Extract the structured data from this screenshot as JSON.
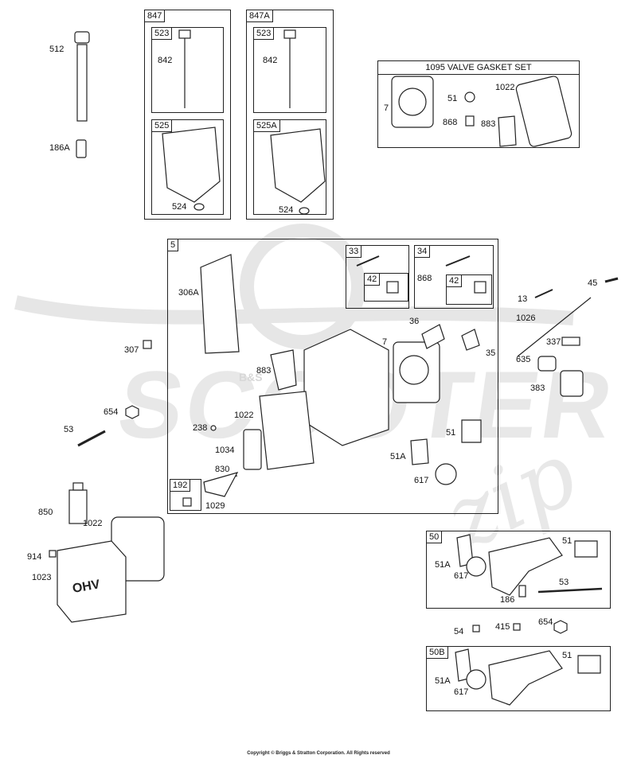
{
  "boxes": {
    "b847": "847",
    "b523a": "523",
    "b525": "525",
    "b847A": "847A",
    "b523b": "523",
    "b525A": "525A",
    "b5": "5",
    "b33": "33",
    "b42a": "42",
    "b34": "34",
    "b42b": "42",
    "b192": "192",
    "b50": "50",
    "b50B": "50B"
  },
  "gasket_set_title": "1095 VALVE GASKET SET",
  "callouts": {
    "c512": "512",
    "c186A": "186A",
    "c842a": "842",
    "c524a": "524",
    "c842b": "842",
    "c524b": "524",
    "g7": "7",
    "g51": "51",
    "g1022": "1022",
    "g868": "868",
    "g883": "883",
    "c306A": "306A",
    "c307": "307",
    "c868b": "868",
    "c36": "36",
    "c7b": "7",
    "c35": "35",
    "c883b": "883",
    "c1022b": "1022",
    "c238": "238",
    "c1034": "1034",
    "c830": "830",
    "c1029": "1029",
    "c51b": "51",
    "c51Ab": "51A",
    "c617b": "617",
    "c654a": "654",
    "c53a": "53",
    "c13": "13",
    "c45": "45",
    "c1026": "1026",
    "c337": "337",
    "c635": "635",
    "c383": "383",
    "c850": "850",
    "c1022c": "1022",
    "c914": "914",
    "c1023": "1023",
    "c51Ac": "51A",
    "c617c": "617",
    "c51c": "51",
    "c53c": "53",
    "c186": "186",
    "c54": "54",
    "c415": "415",
    "c654b": "654",
    "c51Ad": "51A",
    "c617d": "617",
    "c51d": "51"
  },
  "watermark": {
    "word": "SCOOTER",
    "script": "zip",
    "small": "B&S"
  },
  "cover_text": "OHV",
  "copyright": "Copyright © Briggs & Stratton Corporation. All Rights reserved"
}
